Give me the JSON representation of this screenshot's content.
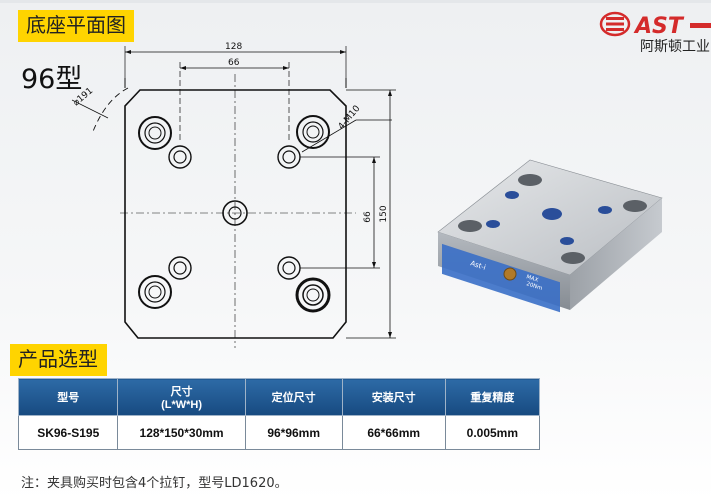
{
  "header": {
    "section1_title": "底座平面图",
    "model_label": "96型",
    "brand_text": "AST",
    "brand_subtitle": "阿斯顿工业"
  },
  "drawing": {
    "dim_width": "128",
    "dim_inner_width": "66",
    "dim_diameter": "⌀191",
    "dim_thread": "4-M10",
    "dim_inner_height": "66",
    "dim_height": "150"
  },
  "product_photo": {
    "label_brand": "Ast-i",
    "label_max": "MAX",
    "label_load": "20Nm"
  },
  "section2_title": "产品选型",
  "spec_table": {
    "headers": [
      "型号",
      "尺寸\n(L*W*H)",
      "定位尺寸",
      "安装尺寸",
      "重复精度"
    ],
    "rows": [
      [
        "SK96-S195",
        "128*150*30mm",
        "96*96mm",
        "66*66mm",
        "0.005mm"
      ]
    ]
  },
  "footnote": "注：夹具购买时包含4个拉钉，型号LD1620。",
  "colors": {
    "banner": "#ffd400",
    "table_header": "#1f5a94",
    "logo_red": "#d42b2b"
  }
}
